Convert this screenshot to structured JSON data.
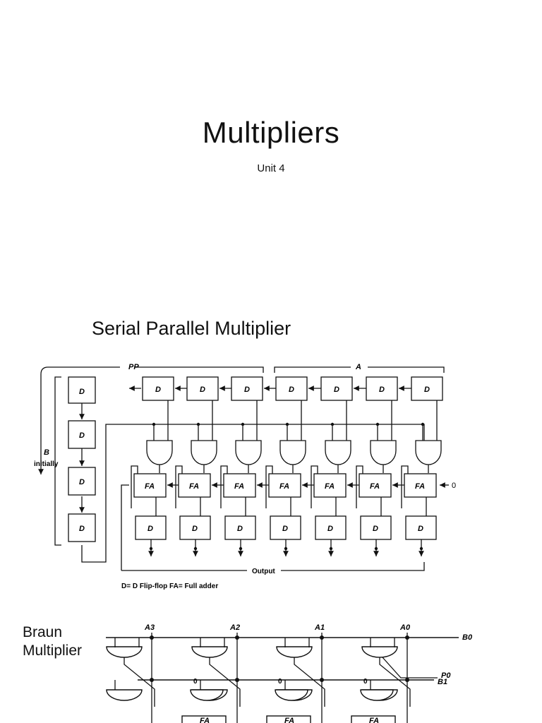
{
  "title_slide": {
    "title": "Multipliers",
    "subtitle": "Unit 4"
  },
  "serial_parallel": {
    "heading": "Serial Parallel Multiplier",
    "labels": {
      "pp": "PP",
      "a": "A",
      "b": "B",
      "b_sub": "initially",
      "zero": "0",
      "output": "Output",
      "legend": "D= D Flip-flop   FA= Full adder"
    },
    "top_registers": [
      "D",
      "D",
      "D",
      "D",
      "D",
      "D",
      "D"
    ],
    "b_registers": [
      "D",
      "D",
      "D",
      "D"
    ],
    "full_adders": [
      "FA",
      "FA",
      "FA",
      "FA",
      "FA",
      "FA",
      "FA"
    ],
    "carry_registers": [
      "D",
      "D",
      "D",
      "D",
      "D",
      "D",
      "D"
    ]
  },
  "braun": {
    "heading_line1": "Braun",
    "heading_line2": "Multiplier",
    "column_labels": [
      "A3",
      "A2",
      "A1",
      "A0"
    ],
    "row_labels": [
      "B0",
      "B1"
    ],
    "output_label": "P0",
    "zero_labels": [
      "0",
      "0",
      "0"
    ],
    "adder_label": "FA"
  }
}
